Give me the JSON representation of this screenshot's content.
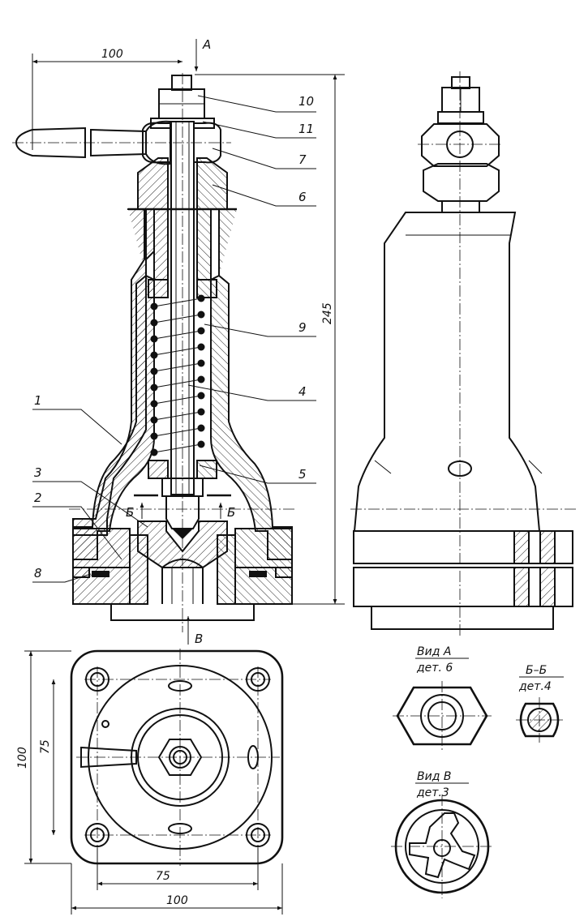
{
  "part_labels": [
    "10",
    "11",
    "7",
    "6",
    "9",
    "4",
    "5",
    "1",
    "3",
    "2",
    "8"
  ],
  "view_letters": {
    "a": "A",
    "b_left": "Б",
    "b_right": "Б",
    "v": "В"
  },
  "dims": {
    "top_100": "100",
    "height_245": "245",
    "plan_100_v": "100",
    "plan_75_v": "75",
    "plan_75_h": "75",
    "plan_100_h": "100"
  },
  "view_titles": {
    "vid_a": {
      "top": "Вид А",
      "bottom": "дет. 6"
    },
    "section_bb": {
      "top": "Б–Б",
      "bottom": "дет.4"
    },
    "vid_v": {
      "top": "Вид В",
      "bottom": "дет.3"
    }
  }
}
